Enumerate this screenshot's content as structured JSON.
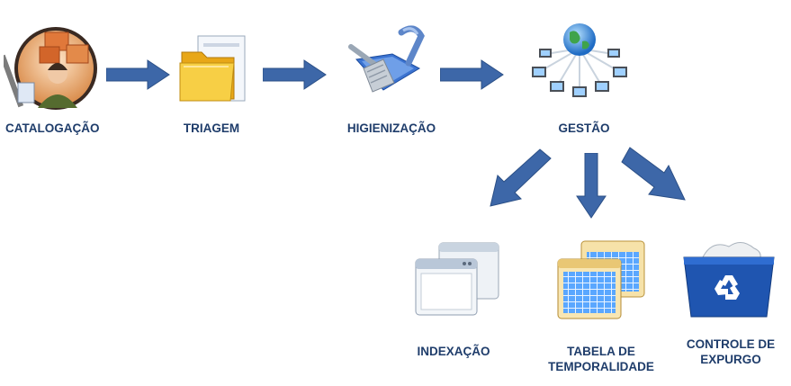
{
  "steps": {
    "catalogacao": {
      "label": "CATALOGAÇÃO",
      "icon": "person-with-boxes-icon"
    },
    "triagem": {
      "label": "TRIAGEM",
      "icon": "folder-icon"
    },
    "higienizacao": {
      "label": "HIGIENIZAÇÃO",
      "icon": "dustpan-brush-icon"
    },
    "gestao": {
      "label": "GESTÃO",
      "icon": "networked-computers-globe-icon"
    }
  },
  "outcomes": {
    "indexacao": {
      "label": "INDEXAÇÃO",
      "icon": "windows-stack-icon"
    },
    "tabela": {
      "label_line1": "TABELA DE",
      "label_line2": "TEMPORALIDADE",
      "icon": "spreadsheet-windows-icon"
    },
    "expurgo": {
      "label_line1": "CONTROLE DE",
      "label_line2": "EXPURGO",
      "icon": "recycle-bin-icon"
    }
  },
  "colors": {
    "arrow": "#3d67a8",
    "label": "#1f3d6b",
    "recycle_blue": "#1f55b0",
    "folder_yellow": "#f4c531"
  }
}
